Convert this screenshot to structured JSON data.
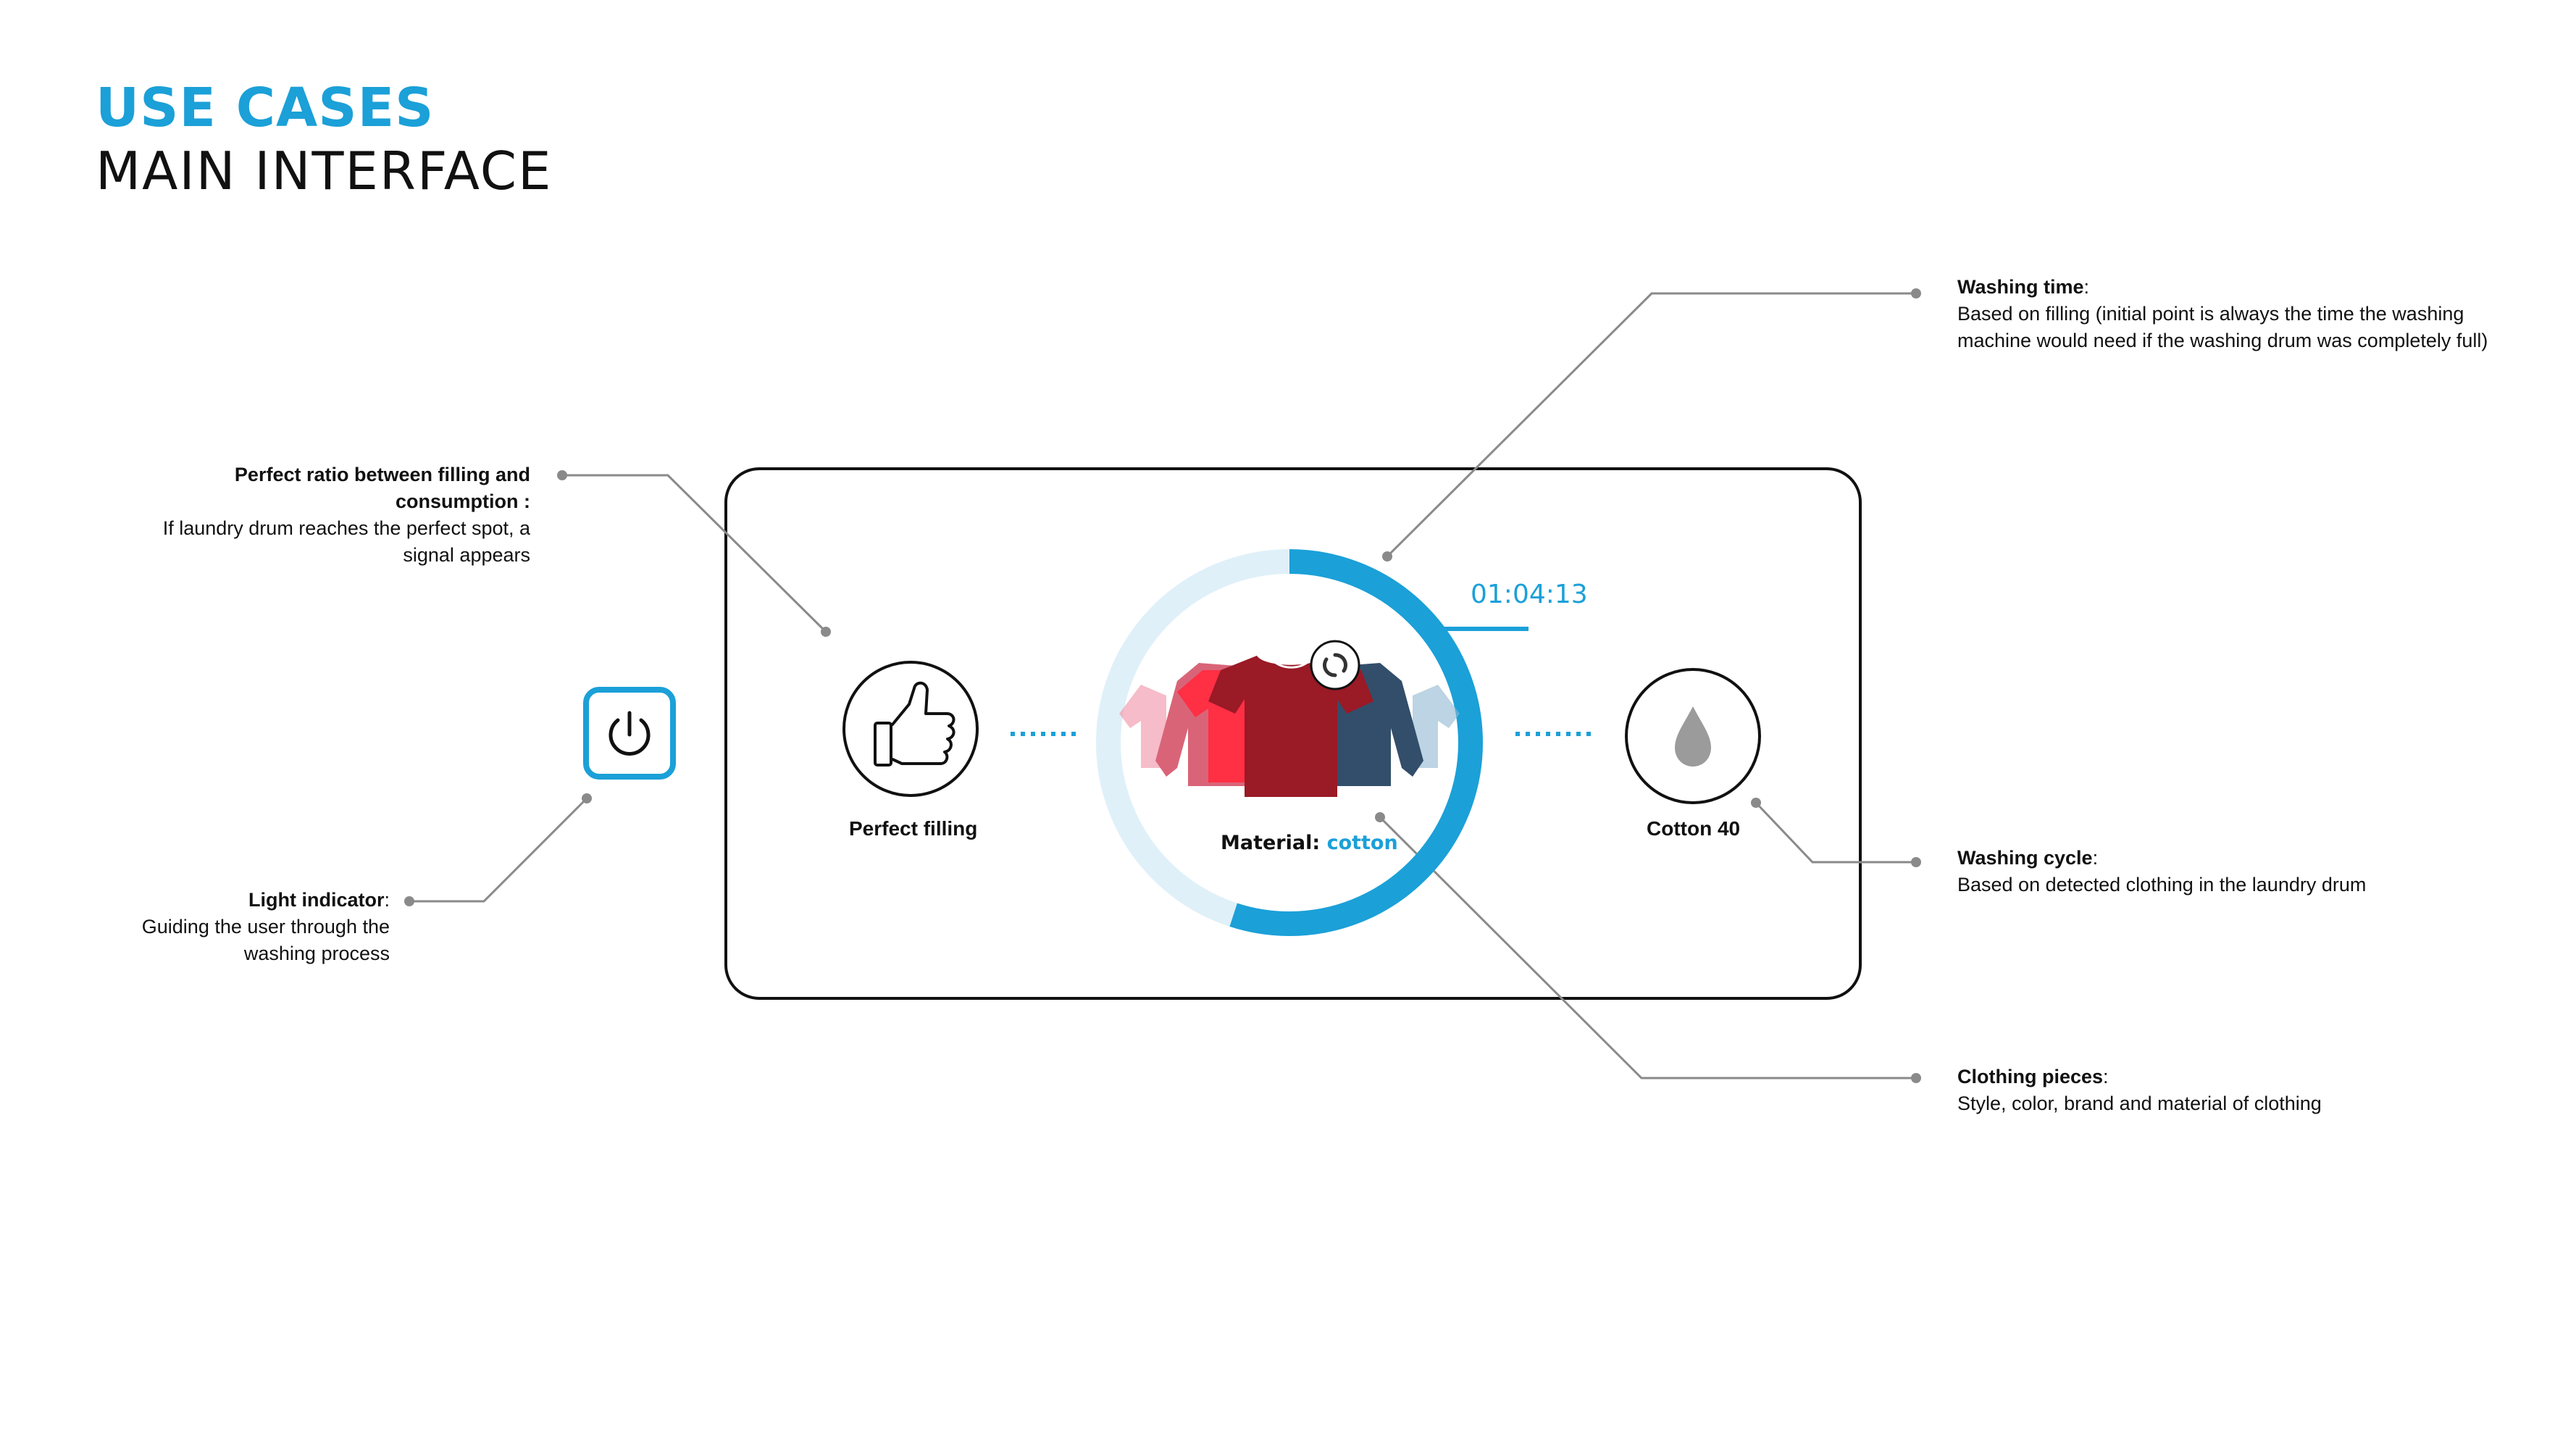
{
  "header": {
    "title": "USE CASES",
    "subtitle": "MAIN INTERFACE"
  },
  "interface": {
    "timer": "01:04:13",
    "left_status_label": "Perfect filling",
    "right_status_label": "Cotton 40",
    "material_label": "Material",
    "material_value": "cotton",
    "progress": 0.55
  },
  "annotations": {
    "washing_time": {
      "title": "Washing time",
      "body": "Based on filling (initial point is always the time the washing machine would need if the washing drum was completely full)"
    },
    "perfect_ratio": {
      "title": "Perfect ratio between filling and consumption :",
      "body": "If laundry drum reaches the perfect spot, a signal appears"
    },
    "light_indicator": {
      "title": "Light indicator",
      "body": "Guiding the user through the washing process"
    },
    "washing_cycle": {
      "title": "Washing cycle",
      "body": "Based on detected clothing in the laundry drum"
    },
    "clothing_pieces": {
      "title": "Clothing pieces",
      "body": "Style, color, brand and material of clothing"
    }
  },
  "icons": {
    "left": "thumbs-up-icon",
    "right": "water-drop-icon",
    "power": "power-icon",
    "refresh": "refresh-icon"
  },
  "colors": {
    "accent": "#1ba0d8",
    "ring_light": "#dff0f9",
    "connector": "#8a8a8a"
  }
}
